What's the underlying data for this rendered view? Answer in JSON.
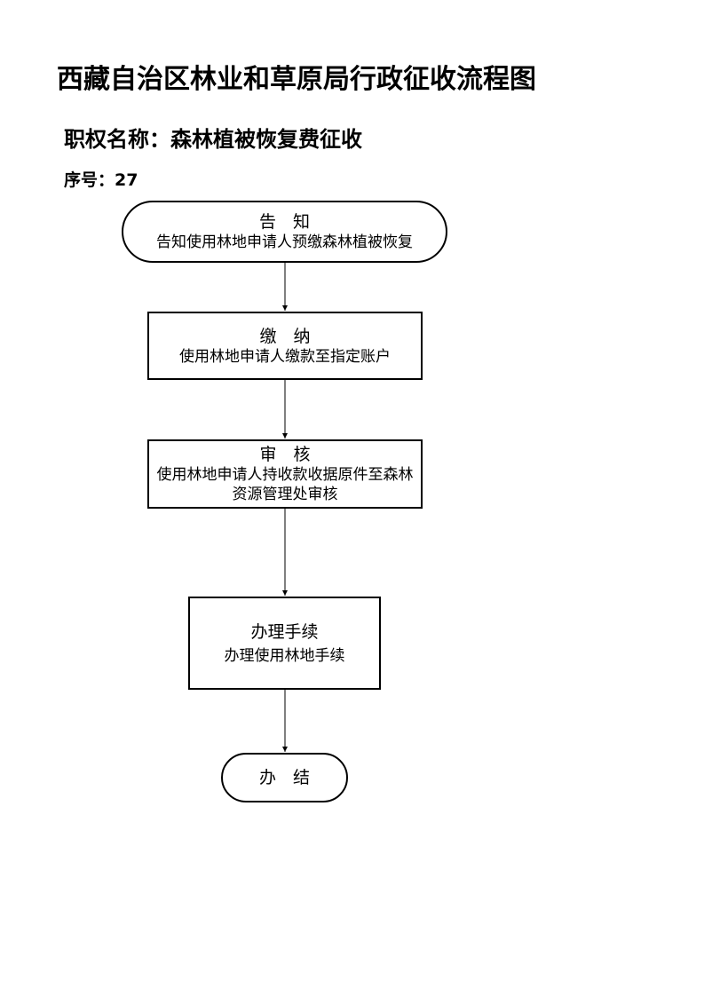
{
  "document": {
    "title": "西藏自治区林业和草原局行政征收流程图",
    "authority_name": "职权名称：森林植被恢复费征收",
    "serial_label": "序号：",
    "serial_number": "27"
  },
  "flow": {
    "nodes": [
      {
        "head": "告　知",
        "desc": "告知使用林地申请人预缴森林植被恢复"
      },
      {
        "head": "缴　纳",
        "desc": "使用林地申请人缴款至指定账户"
      },
      {
        "head": "审　核",
        "desc": "使用林地申请人持收款收据原件至森林资源管理处审核"
      },
      {
        "head": "办理手续",
        "desc": "办理使用林地手续"
      },
      {
        "head": "办　结",
        "desc": ""
      }
    ]
  }
}
